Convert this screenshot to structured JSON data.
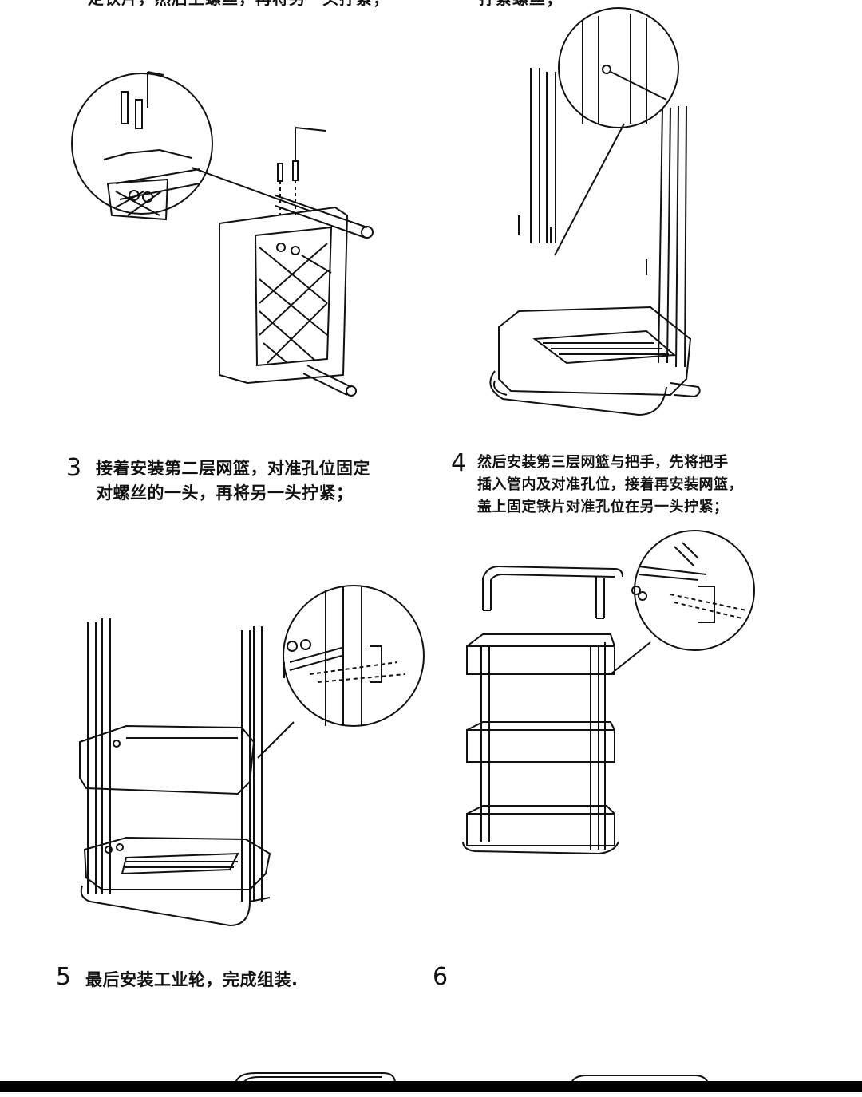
{
  "top_cutoff": {
    "left_fragment": "定铁片，然后上螺丝，再将另一头拧紧；",
    "right_fragment": "拧紧螺丝；"
  },
  "steps": [
    {
      "number": "3",
      "text_line1": "接着安装第二层网篮，对准孔位固定",
      "text_line2": "对螺丝的一头，再将另一头拧紧；"
    },
    {
      "number": "4",
      "text_line1": "然后安装第三层网篮与把手，先将把手",
      "text_line2": "插入管内及对准孔位，接着再安装网篮，",
      "text_line3": "盖上固定铁片对准孔位在另一头拧紧；"
    },
    {
      "number": "5",
      "text_line1": "最后安装工业轮，完成组装."
    },
    {
      "number": "6"
    }
  ],
  "colors": {
    "line": "#111111",
    "background": "#ffffff",
    "bottom_bar": "#000000"
  }
}
